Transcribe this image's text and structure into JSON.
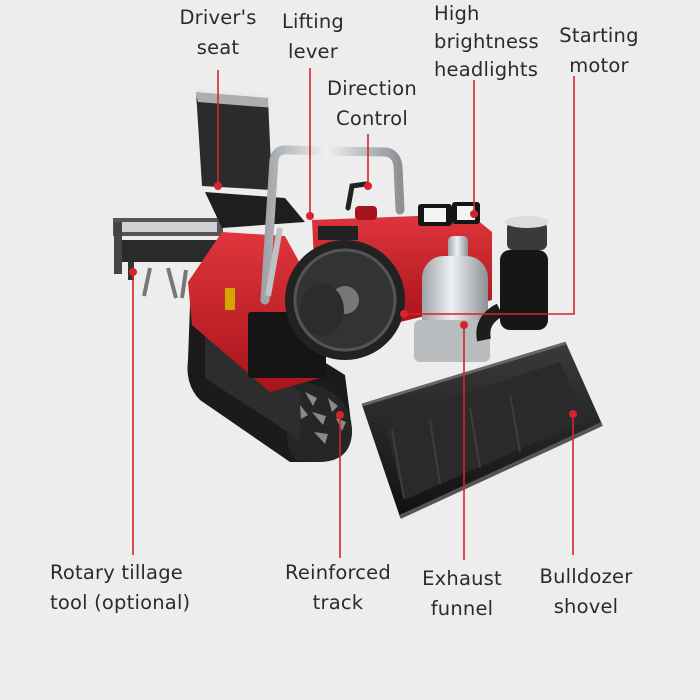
{
  "colors": {
    "background": "#ededee",
    "leader_line": "#d6242b",
    "dot": "#d6242b",
    "label_text": "#2b2b2b",
    "machine_red": "#c8202a",
    "machine_dark": "#1c1c1c",
    "metal": "#c9cccf"
  },
  "labels": {
    "drivers_seat": {
      "lines": [
        "Driver's",
        "seat"
      ]
    },
    "lifting_lever": {
      "lines": [
        "Lifting",
        "lever"
      ]
    },
    "direction_control": {
      "lines": [
        "Direction",
        "Control"
      ]
    },
    "headlights": {
      "lines": [
        "High",
        "brightness",
        "headlights"
      ]
    },
    "starting_motor": {
      "lines": [
        "Starting",
        "motor"
      ]
    },
    "rotary_tillage_tool": {
      "lines": [
        "Rotary tillage",
        "tool (optional)"
      ]
    },
    "reinforced_track": {
      "lines": [
        "Reinforced",
        "track"
      ]
    },
    "exhaust_funnel": {
      "lines": [
        "Exhaust",
        "funnel"
      ]
    },
    "bulldozer_shovel": {
      "lines": [
        "Bulldozer",
        "shovel"
      ]
    }
  },
  "machine": {
    "name": "crawler-tiller-with-bulldozer-blade",
    "icon": "crawler-tractor-illustration"
  }
}
